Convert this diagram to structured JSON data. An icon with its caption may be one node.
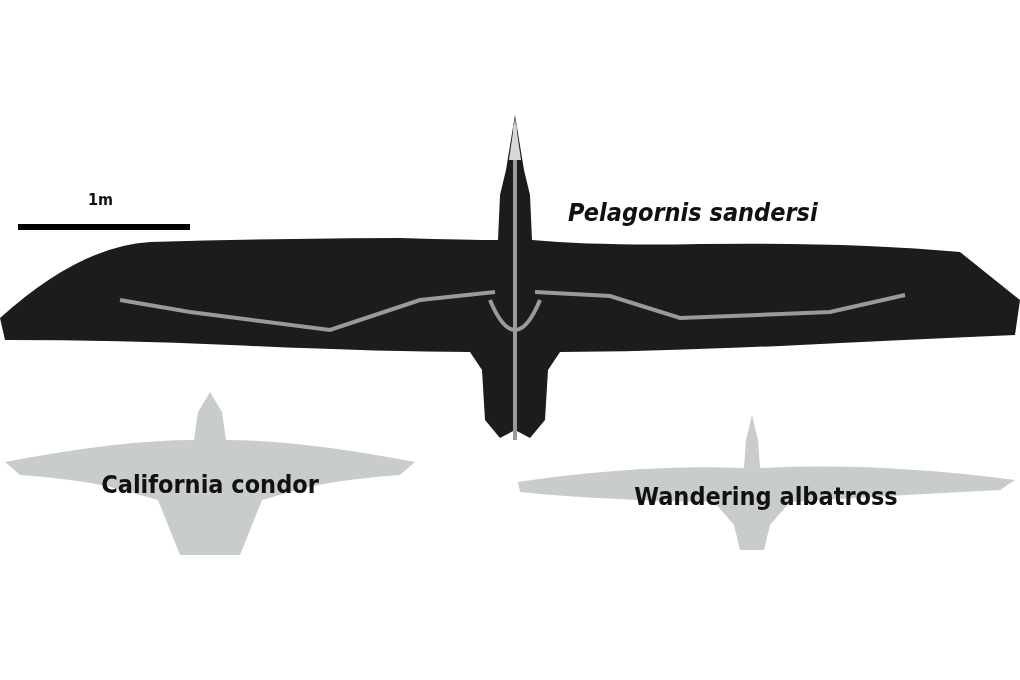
{
  "diagram": {
    "nodes": [
      {
        "text": [
          "Pelagornis sandersi"
        ]
      },
      {
        "text": [
          "California condor"
        ]
      },
      {
        "text": [
          "Wandering albatross"
        ]
      }
    ],
    "labels": [
      "1m"
    ]
  }
}
